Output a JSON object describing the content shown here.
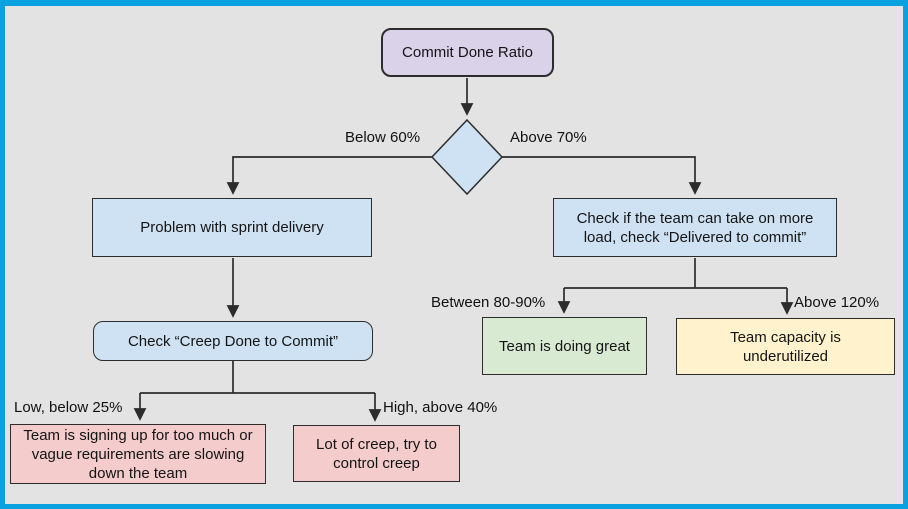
{
  "diagram": {
    "title": "Commit Done Ratio decision flowchart",
    "colors": {
      "frame": "#09a1df",
      "background": "#e3e3e3",
      "start_fill": "#d9d2e9",
      "process_fill": "#cfe2f3",
      "warning_fill": "#f4cccc",
      "good_fill": "#d9ead3",
      "caution_fill": "#fff2cc",
      "line": "#2c2c2c"
    },
    "nodes": {
      "start": {
        "label": "Commit Done Ratio"
      },
      "decision": {
        "label": ""
      },
      "problem": {
        "label": "Problem with sprint delivery"
      },
      "check_load": {
        "label": "Check if the team can take on more load, check “Delivered to commit”"
      },
      "check_creep": {
        "label": "Check “Creep Done to Commit”"
      },
      "too_much": {
        "label": "Team is signing up for too much or vague requirements are slowing down the team"
      },
      "lot_creep": {
        "label": "Lot of creep, try to control creep"
      },
      "great": {
        "label": "Team is doing great"
      },
      "underutilized": {
        "label": "Team capacity is underutilized"
      }
    },
    "edge_labels": {
      "below60": "Below 60%",
      "above70": "Above 70%",
      "between8090": "Between 80-90%",
      "above120": "Above 120%",
      "low25": "Low, below 25%",
      "high40": "High, above 40%"
    }
  }
}
